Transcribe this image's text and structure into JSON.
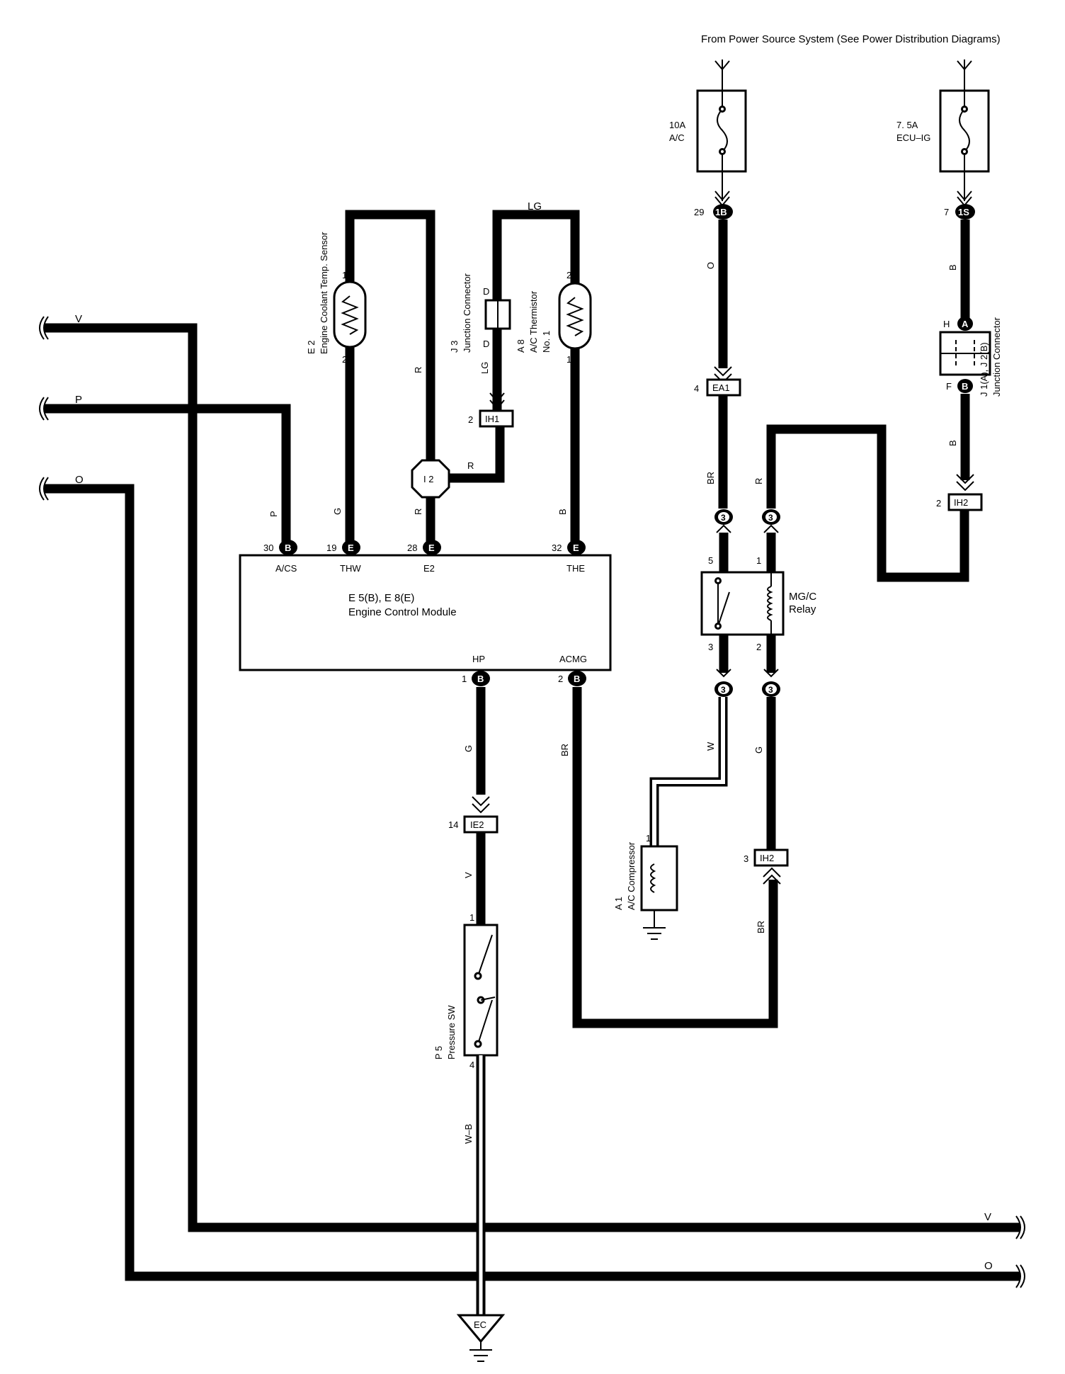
{
  "header": {
    "source": "From Power Source System (See Power Distribution Diagrams)"
  },
  "fuses": {
    "ac": {
      "rating": "10A",
      "name": "A/C"
    },
    "ecu": {
      "rating": "7. 5A",
      "name": "ECU–IG"
    }
  },
  "ecm": {
    "code": "E 5(B), E 8(E)",
    "name": "Engine Control Module",
    "top_pins": [
      {
        "num": "30",
        "conn": "B",
        "term": "A/CS"
      },
      {
        "num": "19",
        "conn": "E",
        "term": "THW"
      },
      {
        "num": "28",
        "conn": "E",
        "term": "E2"
      },
      {
        "num": "32",
        "conn": "E",
        "term": "THE"
      }
    ],
    "bottom_pins": [
      {
        "num": "1",
        "conn": "B",
        "term": "HP"
      },
      {
        "num": "2",
        "conn": "B",
        "term": "ACMG"
      }
    ]
  },
  "components": {
    "coolant_sensor": {
      "code": "E 2",
      "name": "Engine Coolant Temp.  Sensor",
      "pin_top": "1",
      "pin_bottom": "2"
    },
    "junction_j3": {
      "code": "J 3",
      "name": "Junction Connector",
      "pin_top": "D",
      "pin_bottom": "D"
    },
    "thermistor": {
      "code": "A 8",
      "name": "A/C Thermistor",
      "name2": "No. 1",
      "pin_top": "2",
      "pin_bottom": "1"
    },
    "junction_j1": {
      "code": "J 1(A), J 2(B)",
      "name": "Junction Connector",
      "pin_top": "H",
      "conn_top": "A",
      "pin_bottom": "F",
      "conn_bottom": "B"
    },
    "relay": {
      "name": "MG/C",
      "name2": "Relay",
      "pins": [
        "5",
        "1",
        "3",
        "2"
      ]
    },
    "compressor": {
      "code": "A 1",
      "name": "A/C Compressor",
      "pin": "1"
    },
    "pressure_sw": {
      "code": "P 5",
      "name": "Pressure SW",
      "pin_top": "1",
      "pin_bottom": "4"
    },
    "ground": {
      "label": "EC"
    },
    "junction_i2": {
      "label": "I 2"
    }
  },
  "connectors": {
    "ih1": {
      "num": "2",
      "label": "IH1"
    },
    "ea1": {
      "num": "4",
      "label": "EA1"
    },
    "ih2_top": {
      "num": "2",
      "label": "IH2"
    },
    "ih2_bottom": {
      "num": "3",
      "label": "IH2"
    },
    "ie2": {
      "num": "14",
      "label": "IE2"
    },
    "c1b": {
      "num": "29",
      "label": "1B"
    },
    "c1s": {
      "num": "7",
      "label": "1S"
    },
    "c3": {
      "label": "3"
    }
  },
  "wire_colors": {
    "V": "V",
    "P": "P",
    "O": "O",
    "G": "G",
    "R": "R",
    "LG": "LG",
    "B": "B",
    "BR": "BR",
    "W": "W",
    "WB": "W–B"
  }
}
